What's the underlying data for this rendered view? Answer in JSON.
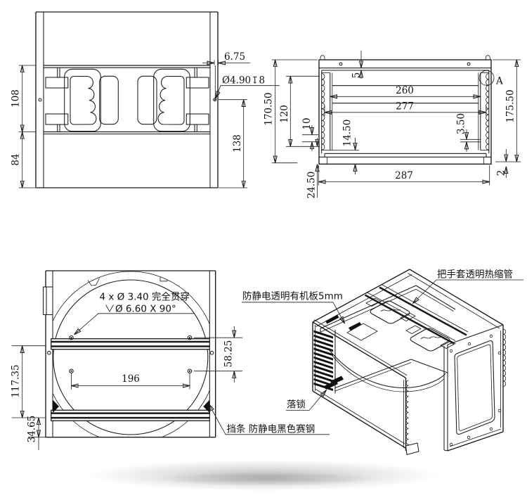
{
  "front_view": {
    "dim_108": "108",
    "dim_84": "84",
    "dim_675": "6.75",
    "hole_note": "Ø4.90↧8",
    "dim_138": "138"
  },
  "side_view": {
    "dim_5": "5",
    "dim_17050": "170.50",
    "dim_120": "120",
    "dim_10": "10",
    "dim_1450": "14.50",
    "dim_2450": "24.50",
    "dim_260": "260",
    "dim_277": "277",
    "dim_350": "3.50",
    "dim_17550": "175.50",
    "dim_287": "287",
    "dim_2": "2",
    "detail_label": "A"
  },
  "rear_view": {
    "dim_11735": "117.35",
    "dim_3465": "34.65",
    "dim_5825": "58.25",
    "dim_196": "196",
    "note_holes": "4 x Ø 3.40 完全贯穿",
    "note_csk": "Ø 6.60 X 90°",
    "label_strip": "挡条 防静电黑色赛钢"
  },
  "iso_view": {
    "label_handle": "把手套透明热缩管",
    "label_plate": "防静电透明有机板5mm",
    "label_lock": "落锁"
  }
}
